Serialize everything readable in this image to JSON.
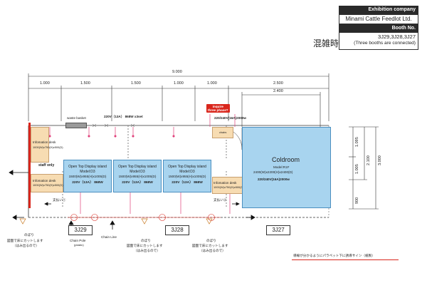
{
  "title_block": {
    "exhibition_header": "Exhibition company",
    "company": "Minami Cattle Feedlot Ltd.",
    "booth_header": "Booth No.",
    "booth_numbers": "3J29,3J28,3J27",
    "booth_note": "(Three booths are connected)"
  },
  "status_label": "混雑時",
  "dimensions": {
    "total_width": "9.000",
    "segments": [
      "1.000",
      "1.500",
      "1.500",
      "1.000",
      "1.000",
      "2.500"
    ],
    "coldroom_width": "2.400",
    "right_total": "3.000",
    "right_mid": "2.100",
    "right_parts": [
      "1.095",
      "1.005",
      "900"
    ]
  },
  "top_labels": {
    "waste_basket": "waste basket",
    "power_3set": "220V（13A） 868W x3set",
    "inquire": "inquire",
    "three_phase": "three phase?",
    "power_cold": "220/240V(16A)2000w",
    "chairs": "chairs"
  },
  "information_desk_top": {
    "title": "Infomation desk",
    "size": "1000(W)x750(H)x500(D)"
  },
  "information_desk_bottom": {
    "title": "Infomation desk",
    "size": "1000(W)x750(H)x500(D)"
  },
  "staff_only": "staff only",
  "shiharai_left": "支払い①",
  "shiharai_right": "支払い②",
  "islands": [
    {
      "line1": "Open Top Display island",
      "line2": "Model:D3",
      "line3": "1500(W)x955(H)x1005(D)",
      "line4": "220V（13A） 868W"
    },
    {
      "line1": "Open Top Display island",
      "line2": "Model:D3",
      "line3": "1500(W)x955(H)x1005(D)",
      "line4": "220V（13A） 868W"
    },
    {
      "line1": "Open Top Display island",
      "line2": "Model:D3",
      "line3": "1500(W)x955(H)x1005(D)",
      "line4": "220V（13A） 868W"
    }
  ],
  "coldroom": {
    "title": "Coldroom",
    "model": "Model:R1F",
    "size": "2400(W)x2200(H)x2400(D)",
    "power": "220/240V(16A)2000w"
  },
  "booths": [
    "3J29",
    "3J28",
    "3J27"
  ],
  "bottom_notes": {
    "nobori": "のぼり",
    "cut_note": "図面で床にカットします",
    "hamidasu": "（はみ出るので）",
    "chain_pole": "Chain Pole",
    "plastic": "(plastic)",
    "chain_line": "Chain Line",
    "red_note": "導線が分かるようにパラペット下に誘導サイン（紙製）"
  },
  "colors": {
    "island_fill": "#a8d4ef",
    "island_stroke": "#4b8fc0",
    "desk_fill": "#f7dcb2",
    "accent_red": "#d9261c",
    "pink_marker": "#e0407a"
  }
}
